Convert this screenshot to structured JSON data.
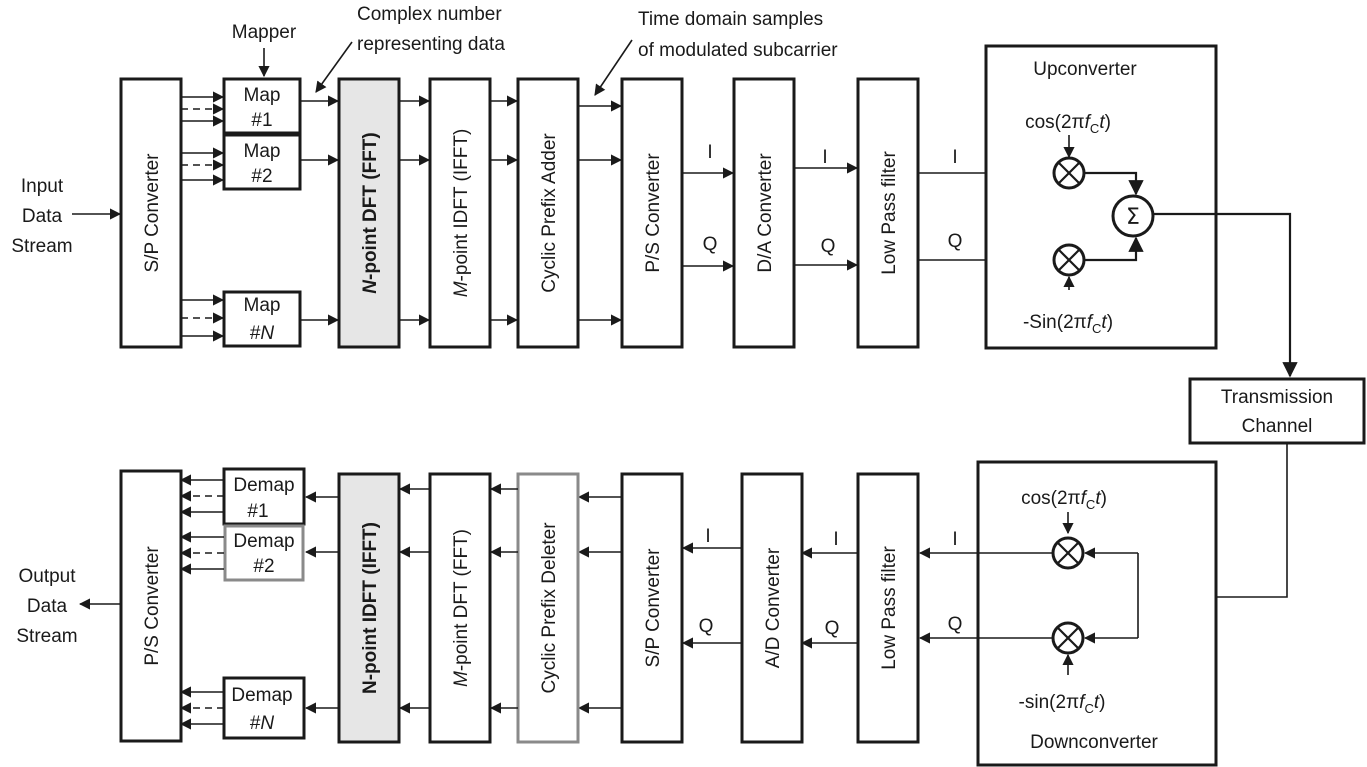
{
  "transmitter": {
    "input_label": [
      "Input",
      "Data",
      "Stream"
    ],
    "sp_converter": "S/P Converter",
    "mapper_label": "Mapper",
    "maps": [
      {
        "line1": "Map",
        "line2": "#1"
      },
      {
        "line1": "Map",
        "line2": "#2"
      },
      {
        "line1": "Map",
        "line2_prefix": "#",
        "line2_italic": "N"
      }
    ],
    "complex_note": [
      "Complex number",
      "representing data"
    ],
    "dft": {
      "italic": "N",
      "rest": "-point DFT (FFT)"
    },
    "idft": {
      "italic": "M",
      "rest": "-point IDFT (IFFT)"
    },
    "cyclic_adder": "Cyclic Prefix Adder",
    "time_note": [
      "Time domain samples",
      "of modulated subcarrier"
    ],
    "ps_converter": "P/S Converter",
    "da_converter": "D/A Converter",
    "lpf": "Low Pass filter",
    "i_label": "I",
    "q_label": "Q",
    "upconverter": "Upconverter",
    "cos_label": {
      "prefix": "cos(2π",
      "f": "f",
      "sub": "C",
      "t": "t",
      "close": ")"
    },
    "sin_label": {
      "prefix": "-Sin(2π",
      "f": "f",
      "sub": "C",
      "t": "t",
      "close": ")"
    },
    "sum_symbol": "Σ"
  },
  "channel": [
    "Transmission",
    "Channel"
  ],
  "receiver": {
    "output_label": [
      "Output",
      "Data",
      "Stream"
    ],
    "ps_converter": "P/S Converter",
    "demaps": [
      {
        "line1": "Demap",
        "line2": "#1"
      },
      {
        "line1": "Demap",
        "line2": "#2"
      },
      {
        "line1": "Demap",
        "line2_prefix": "#",
        "line2_italic": "N"
      }
    ],
    "idft": "N-point IDFT (IFFT)",
    "dft": {
      "italic": "M",
      "rest": "-point DFT (FFT)"
    },
    "cyclic_deleter": "Cyclic Prefix Deleter",
    "sp_converter": "S/P Converter",
    "ad_converter": "A/D Converter",
    "lpf": "Low Pass filter",
    "i_label": "I",
    "q_label": "Q",
    "downconverter": "Downconverter",
    "cos_label": {
      "prefix": "cos(2π",
      "f": "f",
      "sub": "C",
      "t": "t",
      "close": ")"
    },
    "sin_label": {
      "prefix": "-sin(2π",
      "f": "f",
      "sub": "C",
      "t": "t",
      "close": ")"
    }
  }
}
